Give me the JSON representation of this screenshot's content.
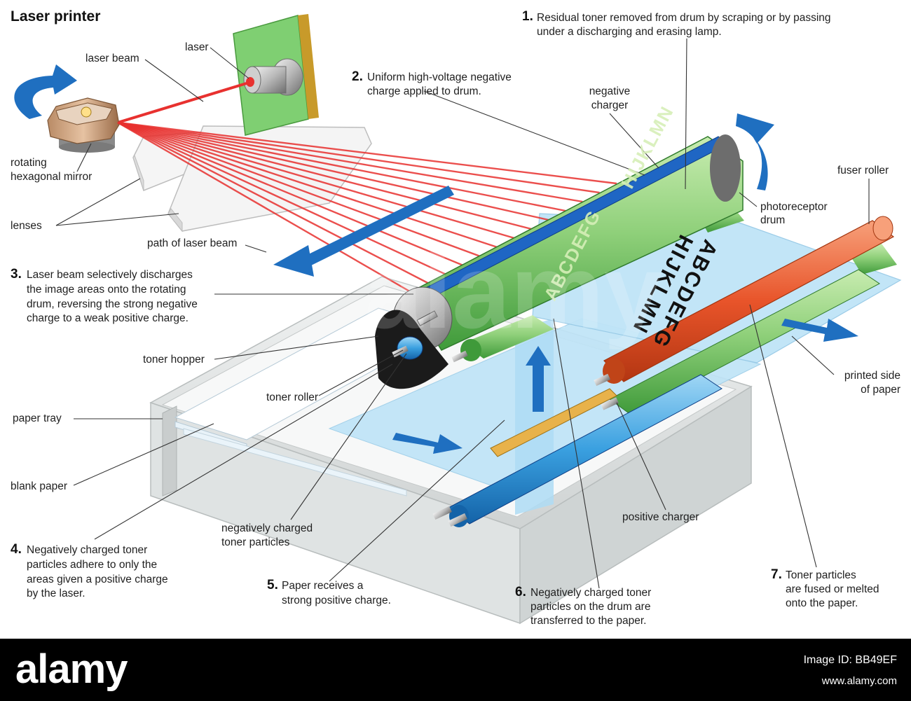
{
  "title": "Laser printer",
  "labels": {
    "laser": "laser",
    "laser_beam": "laser beam",
    "rotating": "rotating",
    "hex_mirror": "hexagonal mirror",
    "lenses": "lenses",
    "path": "path of laser beam",
    "neg_charger_1": "negative",
    "neg_charger_2": "charger",
    "fuser_roller": "fuser roller",
    "photo_1": "photoreceptor",
    "photo_2": "drum",
    "toner_hopper": "toner hopper",
    "toner_roller": "toner roller",
    "paper_tray": "paper tray",
    "blank_paper": "blank paper",
    "neg_particles_1": "negatively charged",
    "neg_particles_2": "toner particles",
    "positive_charger": "positive charger",
    "printed_side_1": "printed side",
    "printed_side_2": "of paper"
  },
  "steps": {
    "s1": {
      "num": "1.",
      "l1": "Residual toner removed from drum by scraping or by passing",
      "l2": "under a discharging and erasing lamp."
    },
    "s2": {
      "num": "2.",
      "l1": "Uniform high-voltage negative",
      "l2": "charge applied to drum."
    },
    "s3": {
      "num": "3.",
      "l1": "Laser beam selectively discharges",
      "l2": "the image areas onto the rotating",
      "l3": "drum, reversing the strong negative",
      "l4": "charge to a weak positive charge."
    },
    "s4": {
      "num": "4.",
      "l1": "Negatively charged toner",
      "l2": "particles adhere to only the",
      "l3": "areas given a positive charge",
      "l4": "by the laser."
    },
    "s5": {
      "num": "5.",
      "l1": "Paper receives a",
      "l2": "strong positive charge."
    },
    "s6": {
      "num": "6.",
      "l1": "Negatively charged toner",
      "l2": "particles on the drum are",
      "l3": "transferred to the paper."
    },
    "s7": {
      "num": "7.",
      "l1": "Toner particles",
      "l2": "are fused or melted",
      "l3": "onto the paper."
    }
  },
  "paper_text": {
    "line1": "ABCDEFG",
    "line2": "HIJKLMN"
  },
  "drum_text": {
    "line1": "HIJKLMN",
    "line2": "ABCDEFG"
  },
  "watermark": "alamy",
  "footer": {
    "logo": "alamy",
    "image_id": "Image ID: BB49EF",
    "site": "www.alamy.com"
  },
  "colors": {
    "laser_red": "#e8312f",
    "arrow_blue": "#1f6fc0",
    "drum_green": "#8fd07a",
    "fuser_orange": "#e8542a",
    "paper_blue": "#bfe4f7",
    "tray_grey": "#e4e6e6"
  }
}
